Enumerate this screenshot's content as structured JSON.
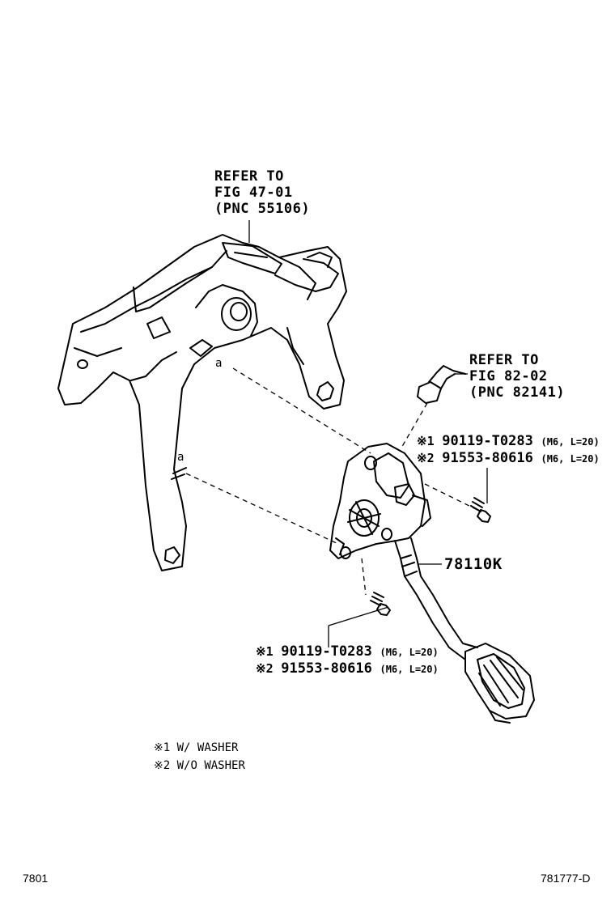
{
  "refs": {
    "bracket": [
      "REFER TO",
      "FIG 47-01",
      "(PNC 55106)"
    ],
    "connector": [
      "REFER TO",
      "FIG 82-02",
      "(PNC 82141)"
    ]
  },
  "callout_main": "78110K",
  "bolts_upper": [
    {
      "mark": "※1",
      "part": "90119-T0283",
      "spec": "(M6, L=20)"
    },
    {
      "mark": "※2",
      "part": "91553-80616",
      "spec": "(M6, L=20)"
    }
  ],
  "bolts_lower": [
    {
      "mark": "※1",
      "part": "90119-T0283",
      "spec": "(M6, L=20)"
    },
    {
      "mark": "※2",
      "part": "91553-80616",
      "spec": "(M6, L=20)"
    }
  ],
  "legend": [
    {
      "mark": "※1",
      "text": "W/ WASHER"
    },
    {
      "mark": "※2",
      "text": "W/O WASHER"
    }
  ],
  "markers": [
    "a",
    "a"
  ],
  "footer": {
    "left": "7801",
    "right": "781777-D"
  }
}
